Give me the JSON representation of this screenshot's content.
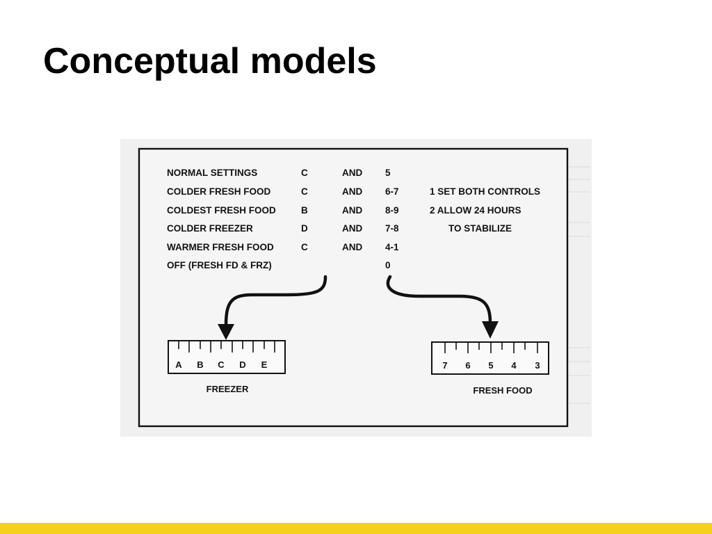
{
  "slide": {
    "title": "Conceptual models"
  },
  "settings_table": {
    "rows": [
      {
        "setting": "NORMAL SETTINGS",
        "freezer": "C",
        "and": "AND",
        "fresh_food": "5"
      },
      {
        "setting": "COLDER FRESH FOOD",
        "freezer": "C",
        "and": "AND",
        "fresh_food": "6-7"
      },
      {
        "setting": "COLDEST FRESH FOOD",
        "freezer": "B",
        "and": "AND",
        "fresh_food": "8-9"
      },
      {
        "setting": "COLDER FREEZER",
        "freezer": "D",
        "and": "AND",
        "fresh_food": "7-8"
      },
      {
        "setting": "WARMER FRESH FOOD",
        "freezer": "C",
        "and": "AND",
        "fresh_food": "4-1"
      },
      {
        "setting": "OFF (FRESH FD & FRZ)",
        "freezer": "",
        "and": "",
        "fresh_food": "0"
      }
    ]
  },
  "instructions": {
    "step1": "1  SET BOTH CONTROLS",
    "step2": "2  ALLOW 24 HOURS",
    "step2_cont": "TO STABILIZE"
  },
  "freezer_dial": {
    "labels": [
      "A",
      "B",
      "C",
      "D",
      "E"
    ],
    "name": "FREEZER"
  },
  "fresh_food_dial": {
    "labels": [
      "7",
      "6",
      "5",
      "4",
      "3"
    ],
    "name": "FRESH FOOD"
  },
  "colors": {
    "accent_bar": "#f5d11d",
    "figure_background": "#f0f0f0",
    "ink": "#111111"
  }
}
